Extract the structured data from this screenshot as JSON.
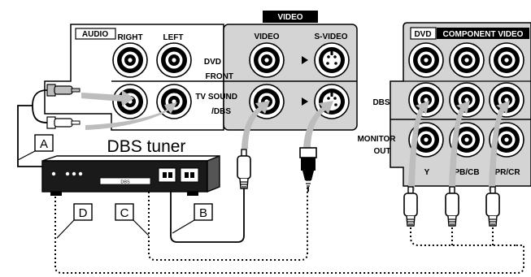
{
  "receiver_panel": {
    "audio_label": "AUDIO",
    "right_label": "RIGHT",
    "left_label": "LEFT",
    "video_header": "VIDEO",
    "video_label": "VIDEO",
    "svideo_label": "S-VIDEO",
    "dvd_label": "DVD",
    "front_label": "FRONT",
    "tv_sound_label": "TV SOUND",
    "dbs_slash_label": "/DBS"
  },
  "component_panel": {
    "dvd_label": "DVD",
    "component_video_label": "COMPONENT VIDEO",
    "dbs_label": "DBS",
    "monitor_label": "MONITOR",
    "out_label": "OUT",
    "y_label": "Y",
    "pb_label": "PB/CB",
    "pr_label": "PR/CR"
  },
  "tuner": {
    "title": "DBS tuner",
    "display_text": "DBS"
  },
  "callouts": {
    "a": "A",
    "b": "B",
    "c": "C",
    "d": "D"
  },
  "colors": {
    "panel_gray": "#d4d4d4",
    "arrow_gray": "#bdbdbd",
    "ink": "#000000"
  }
}
